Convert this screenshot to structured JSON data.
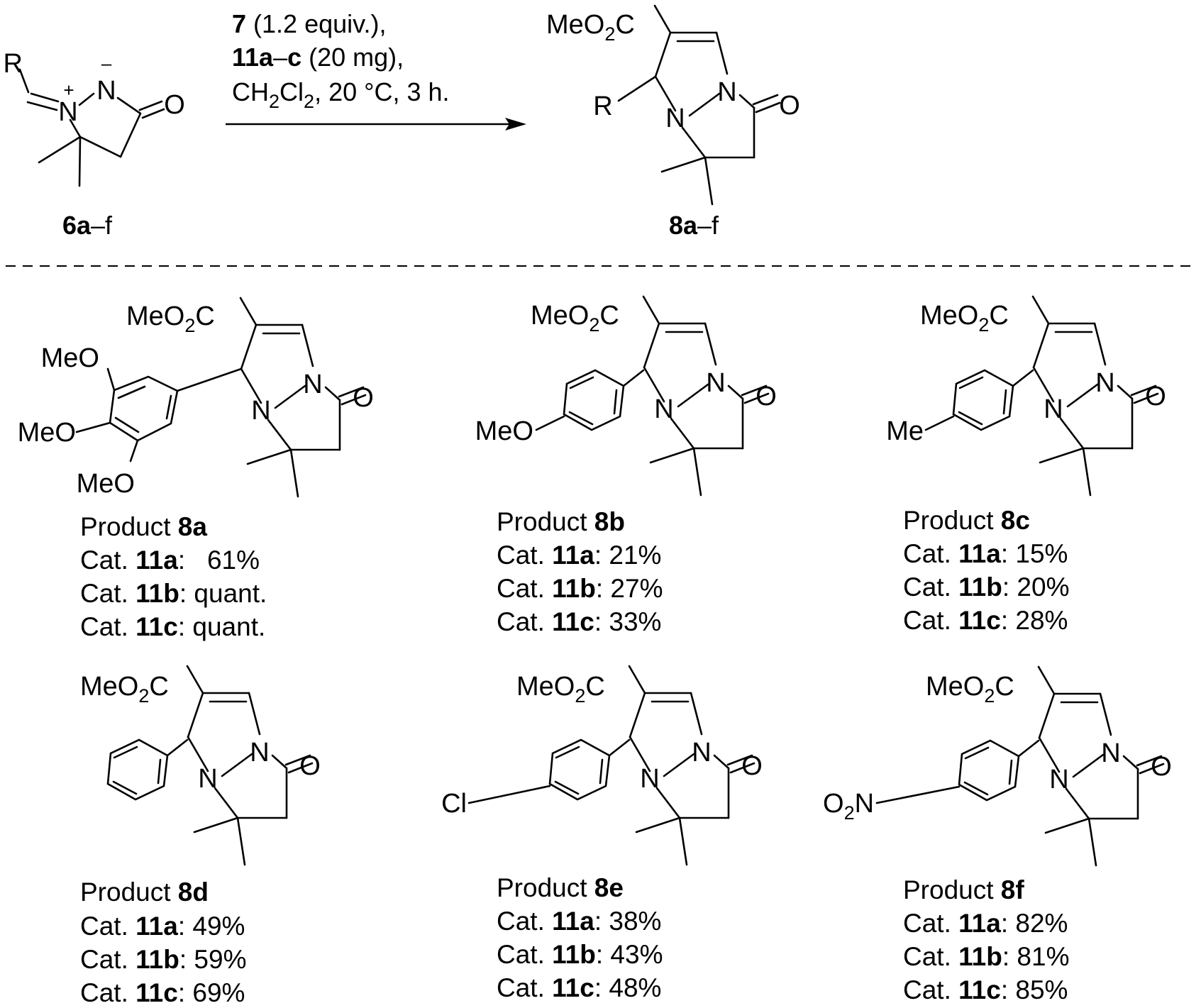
{
  "scheme": {
    "reactant": {
      "label_bold": "6a",
      "label_rest": "–f",
      "atoms": {
        "r": "R",
        "n_plus": "N",
        "plus": "+",
        "n_minus": "N",
        "minus": "–",
        "o": "O"
      }
    },
    "conditions": {
      "line1_bold": "7",
      "line1_rest": " (1.2 equiv.),",
      "line2_bold_a": "11a",
      "line2_dash": "–",
      "line2_bold_b": "c",
      "line2_rest": " (20 mg),",
      "line3_a": "CH",
      "line3_sub1": "2",
      "line3_b": "Cl",
      "line3_sub2": "2",
      "line3_rest": ", 20 °C, 3 h."
    },
    "product": {
      "label_bold": "8a",
      "label_rest": "–f",
      "ester_a": "MeO",
      "ester_sub": "2",
      "ester_b": "C",
      "r": "R",
      "n": "N",
      "o": "O"
    }
  },
  "common": {
    "ester_a": "MeO",
    "ester_sub": "2",
    "ester_b": "C",
    "n": "N",
    "o": "O",
    "product_word": "Product ",
    "cat_word": "Cat. "
  },
  "substituents": {
    "a_meo": "MeO",
    "b_meo": "MeO",
    "c_me": "Me",
    "e_cl": "Cl",
    "f_o": "O",
    "f_sub": "2",
    "f_n": "N"
  },
  "products": [
    {
      "id": "8a",
      "rows": [
        {
          "cat": "11a",
          "value": ":   61%"
        },
        {
          "cat": "11b",
          "value": ": quant."
        },
        {
          "cat": "11c",
          "value": ": quant."
        }
      ]
    },
    {
      "id": "8b",
      "rows": [
        {
          "cat": "11a",
          "value": ": 21%"
        },
        {
          "cat": "11b",
          "value": ": 27%"
        },
        {
          "cat": "11c",
          "value": ": 33%"
        }
      ]
    },
    {
      "id": "8c",
      "rows": [
        {
          "cat": "11a",
          "value": ": 15%"
        },
        {
          "cat": "11b",
          "value": ": 20%"
        },
        {
          "cat": "11c",
          "value": ": 28%"
        }
      ]
    },
    {
      "id": "8d",
      "rows": [
        {
          "cat": "11a",
          "value": ": 49%"
        },
        {
          "cat": "11b",
          "value": ": 59%"
        },
        {
          "cat": "11c",
          "value": ": 69%"
        }
      ]
    },
    {
      "id": "8e",
      "rows": [
        {
          "cat": "11a",
          "value": ": 38%"
        },
        {
          "cat": "11b",
          "value": ": 43%"
        },
        {
          "cat": "11c",
          "value": ": 48%"
        }
      ]
    },
    {
      "id": "8f",
      "rows": [
        {
          "cat": "11a",
          "value": ": 82%"
        },
        {
          "cat": "11b",
          "value": ": 81%"
        },
        {
          "cat": "11c",
          "value": ": 85%"
        }
      ]
    }
  ]
}
